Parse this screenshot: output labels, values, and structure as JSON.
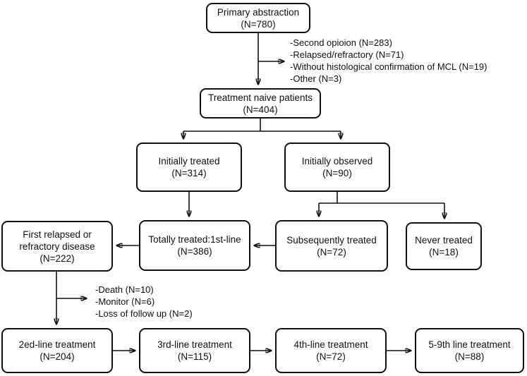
{
  "boxes": {
    "primary": {
      "label": "Primary abstraction",
      "count": "(N=780)"
    },
    "naive": {
      "label": "Treatment naive patients",
      "count": "(N=404)"
    },
    "initially_treated": {
      "label": "Initially treated",
      "count": "(N=314)"
    },
    "initially_observed": {
      "label": "Initially observed",
      "count": "(N=90)"
    },
    "first_relapsed": {
      "label": "First relapsed or refractory disease",
      "count": "(N=222)"
    },
    "totally_treated": {
      "label": "Totally treated:1st-line",
      "count": "(N=386)"
    },
    "subsequently_treated": {
      "label": "Subsequently treated",
      "count": "(N=72)"
    },
    "never_treated": {
      "label": "Never treated",
      "count": "(N=18)"
    },
    "second_line": {
      "label": "2ed-line treatment",
      "count": "(N=204)"
    },
    "third_line": {
      "label": "3rd-line treatment",
      "count": "(N=115)"
    },
    "fourth_line": {
      "label": "4th-line treatment",
      "count": "(N=72)"
    },
    "fifth_line": {
      "label": "5-9th line treatment",
      "count": "(N=88)"
    }
  },
  "exclusions_after_primary": {
    "items": [
      "-Second opioion (N=283)",
      "-Relapsed/refractory (N=71)",
      "-Without histological confirmation of MCL (N=19)",
      "-Other (N=3)"
    ]
  },
  "exclusions_after_first_relapse": {
    "items": [
      "-Death (N=10)",
      "-Monitor (N=6)",
      "-Loss of follow up (N=2)"
    ]
  },
  "colors": {
    "line": "#111111",
    "box_background": "#ffffff",
    "text": "#111111",
    "page_background": "#ffffff"
  }
}
